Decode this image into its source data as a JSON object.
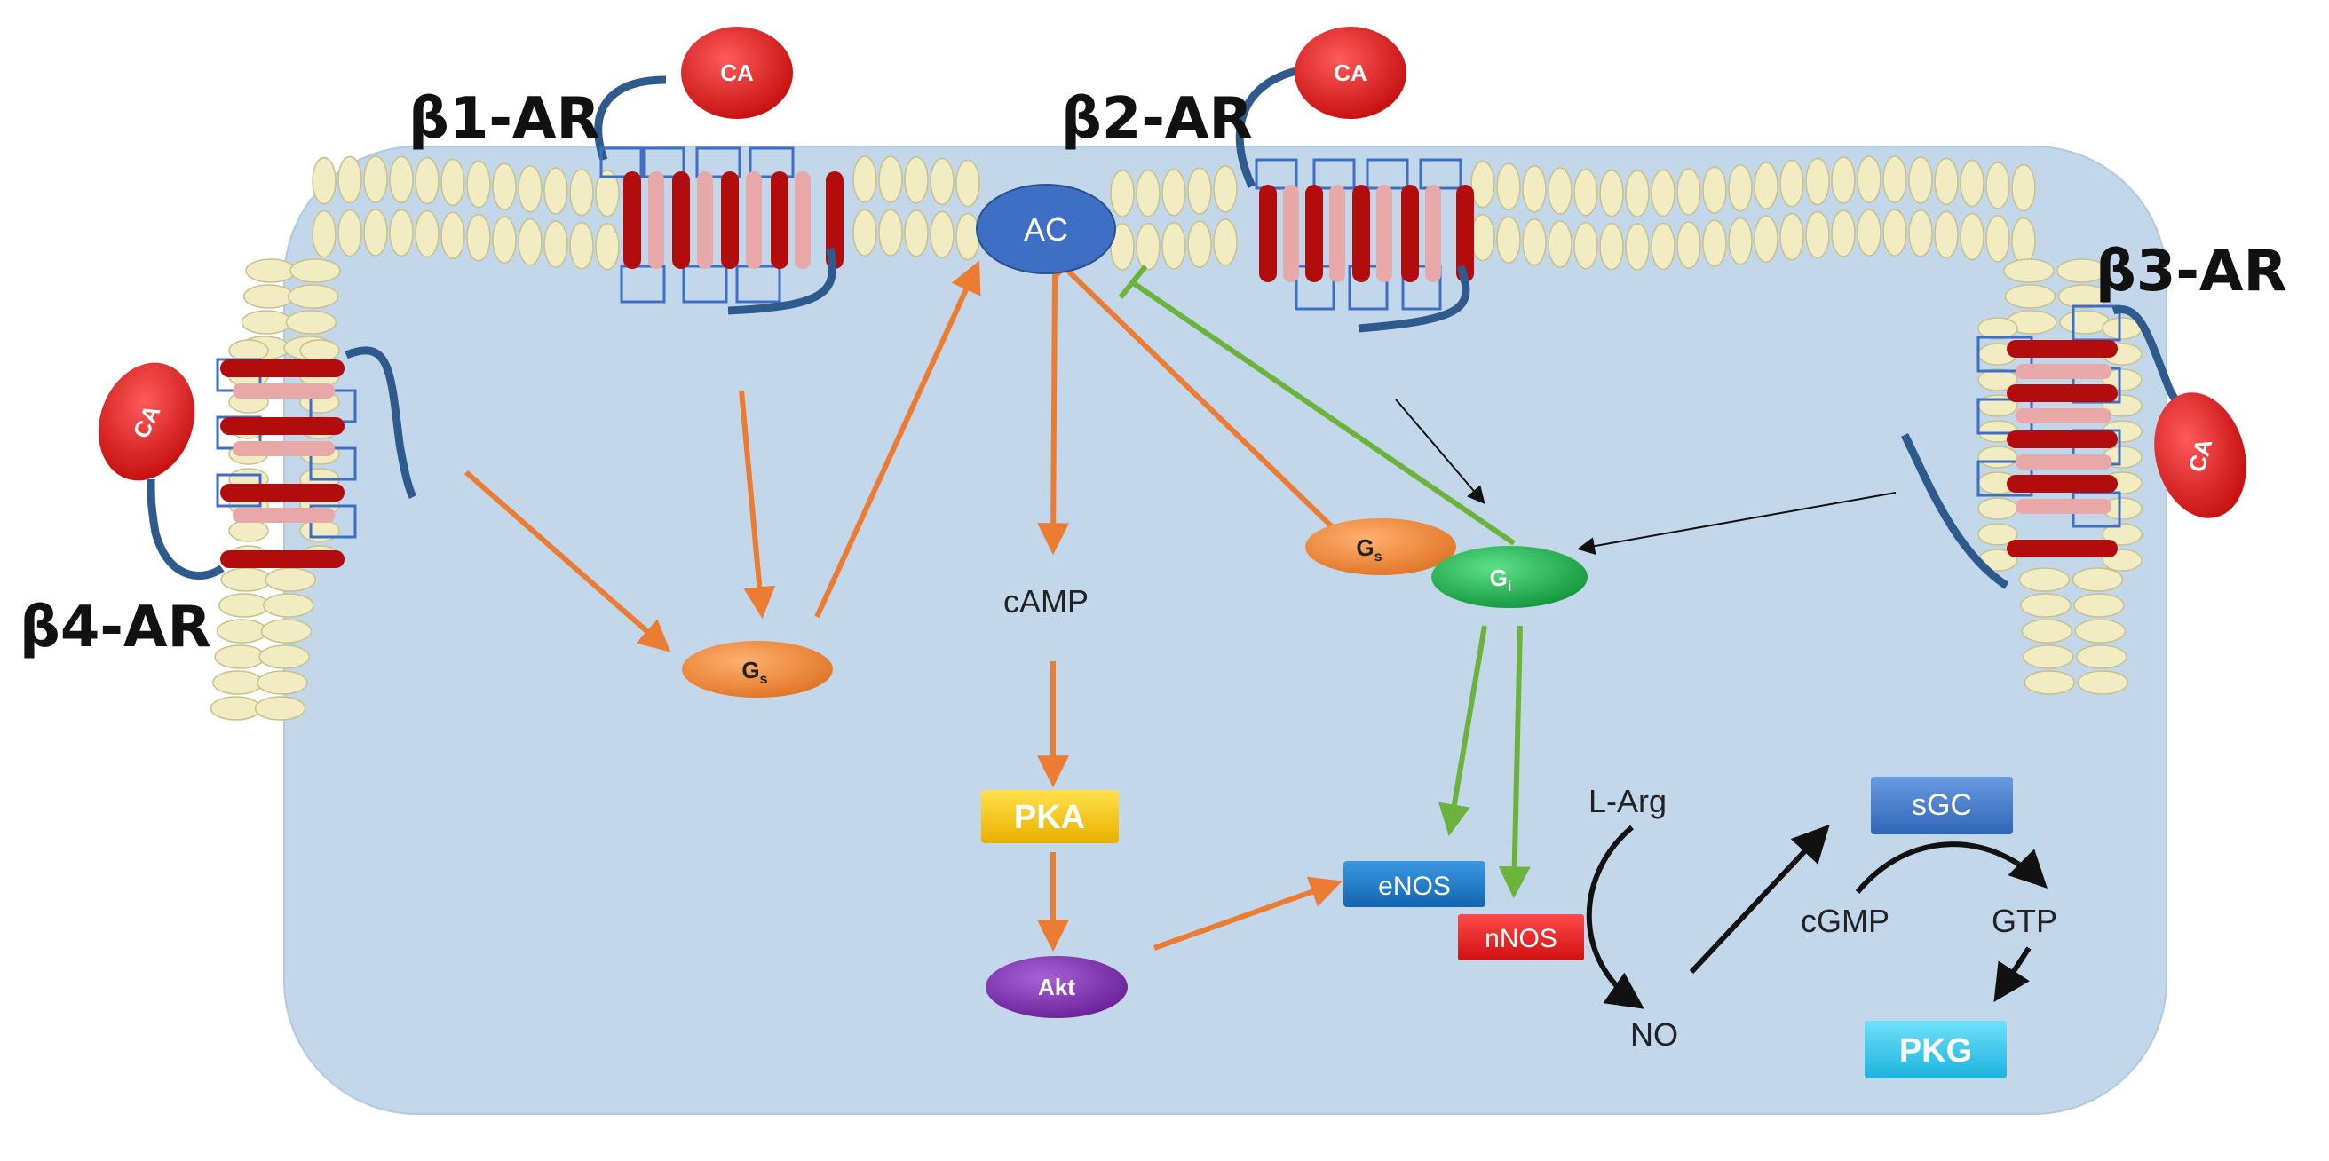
{
  "colors": {
    "cell": "#c3d7ea",
    "cell_edge": "#b3c9e0",
    "lipid_head": "#f2ecc2",
    "lipid_edge": "#c8c08c",
    "helix": "#b30c0c",
    "helix_light": "#e8a8a8",
    "loop": "#2f5a8e",
    "ca": "#e02020",
    "gs": "#f08a2c",
    "gi": "#1fae45",
    "ac": "#3e6fc4",
    "pka": "#f5c80a",
    "akt": "#7a2aa8",
    "enos": "#1a79c8",
    "nnos": "#e82020",
    "sgc": "#3f7acc",
    "pkg": "#2ec8ee",
    "orange_arrow": "#ec7c32",
    "green_arrow": "#6cb33c",
    "black_arrow": "#111111"
  },
  "receptors": {
    "b1": "β1-AR",
    "b2": "β2-AR",
    "b3": "β3-AR",
    "b4": "β4-AR"
  },
  "ligand": "CA",
  "nodes": {
    "ac": "AC",
    "camp": "cAMP",
    "pka": "PKA",
    "akt": "Akt",
    "gs_main": "G",
    "gs_main_sub": "s",
    "gs_right": "G",
    "gs_right_sub": "s",
    "gi": "G",
    "gi_sub": "i",
    "enos": "eNOS",
    "nnos": "nNOS",
    "larg": "L-Arg",
    "no": "NO",
    "sgc": "sGC",
    "cgmp": "cGMP",
    "gtp": "GTP",
    "pkg": "PKG"
  }
}
